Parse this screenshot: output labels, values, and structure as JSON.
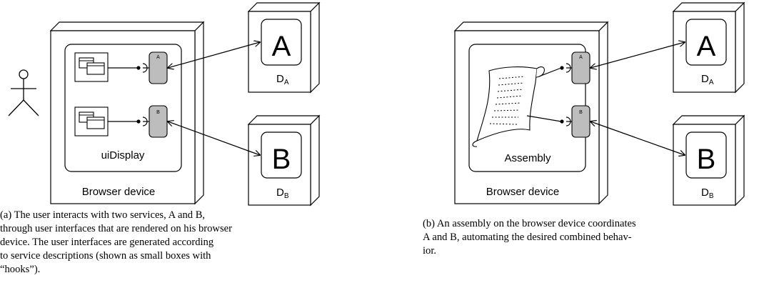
{
  "figure_a": {
    "device_label": "Browser device",
    "container_label": "uiDisplay",
    "service_a_letter": "A",
    "service_b_letter": "B",
    "service_a_label": "D",
    "service_a_sub": "A",
    "service_b_label": "D",
    "service_b_sub": "B",
    "hook_a_letter": "A",
    "hook_b_letter": "B",
    "caption": {
      "line1": "(a) The user interacts with two services, A and B,",
      "line2": "through user interfaces that are rendered on his browser",
      "line3": "device. The user interfaces are generated according",
      "line4": "to service descriptions (shown as small boxes with",
      "line5": "“hooks”)."
    }
  },
  "figure_b": {
    "device_label": "Browser device",
    "container_label": "Assembly",
    "service_a_letter": "A",
    "service_b_letter": "B",
    "service_a_label": "D",
    "service_a_sub": "A",
    "service_b_label": "D",
    "service_b_sub": "B",
    "hook_a_letter": "A",
    "hook_b_letter": "B",
    "caption": {
      "line1": "(b) An assembly on the browser device coordinates",
      "line2": "A and B, automating the desired combined behav-",
      "line3": "ior."
    }
  },
  "colors": {
    "hook_fill": "#bdbdbd",
    "stroke": "#000000",
    "background": "#ffffff"
  }
}
